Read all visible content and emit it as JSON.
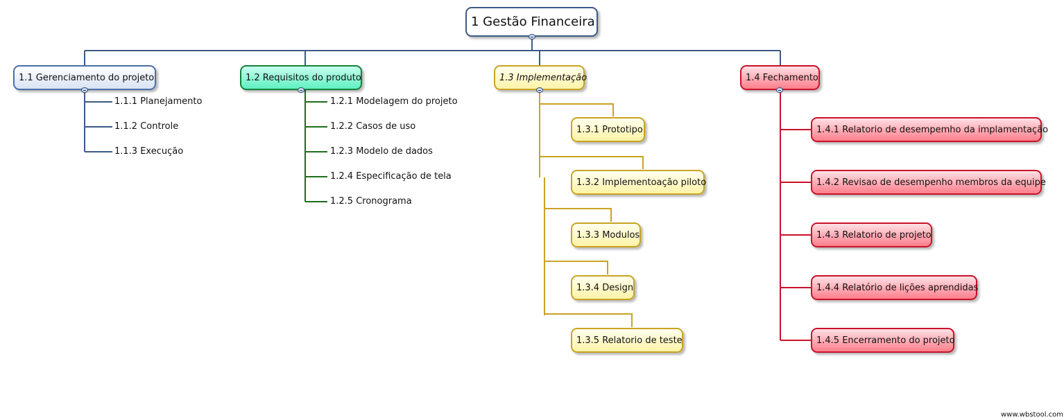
{
  "root": {
    "label": "1 Gestão Financeira"
  },
  "branches": [
    {
      "label": "1.1  Gerenciamento do projeto",
      "color": "#3b5a85",
      "children": [
        "1.1.1 Planejamento",
        "1.1.2 Controle",
        "1.1.3 Execução"
      ]
    },
    {
      "label": "1.2 Requisitos do produto",
      "color": "#1b6e1b",
      "children": [
        "1.2.1 Modelagem do projeto",
        "1.2.2 Casos de uso",
        "1.2.3 Modelo de dados",
        "1.2.4 Especificação de tela",
        "1.2.5 Cronograma"
      ]
    },
    {
      "label": "1.3 Implementação",
      "color": "#c9a322",
      "children": [
        "1.3.1 Prototipo",
        "1.3.2 Implementoação piloto",
        "1.3.3 Modulos",
        "1.3.4 Design",
        "1.3.5 Relatorio de teste"
      ]
    },
    {
      "label": "1.4 Fechamento",
      "color": "#c8122a",
      "children": [
        "1.4.1 Relatorio de desempemho da implamentação",
        "1.4.2 Revisao de desempenho membros da equipe",
        "1.4.3 Relatorio de projeto",
        "1.4.4 Relatório de lições aprendidas",
        "1.4.5 Encerramento do projeto"
      ]
    }
  ],
  "watermark": "www.wbstool.com"
}
